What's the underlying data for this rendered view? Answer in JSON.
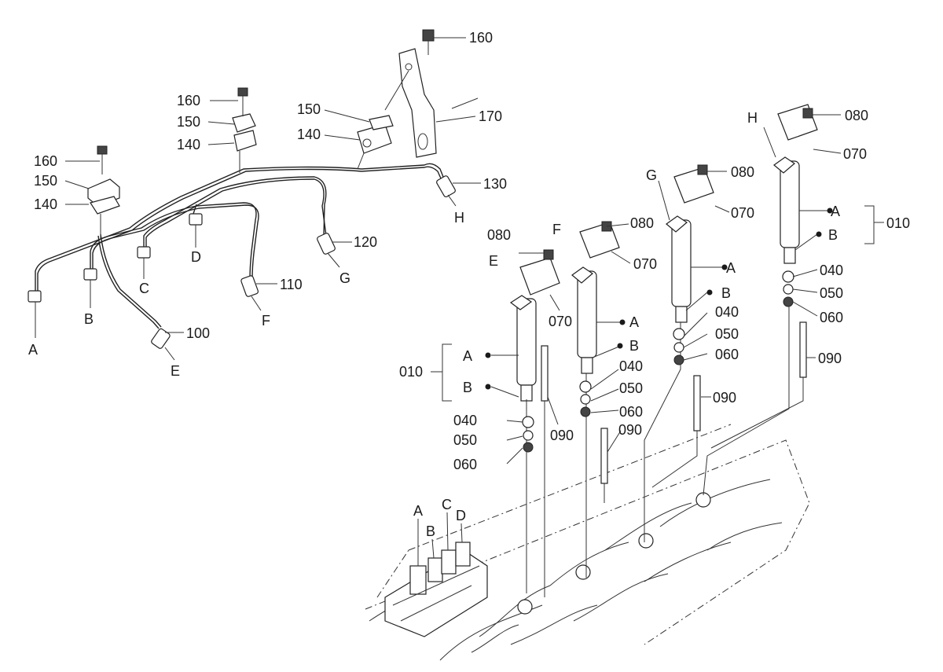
{
  "labels": {
    "p160": "160",
    "p150": "150",
    "p140": "140",
    "p170": "170",
    "p130": "130",
    "p120": "120",
    "p110": "110",
    "p100": "100",
    "p080": "080",
    "p070": "070",
    "p040": "040",
    "p050": "050",
    "p060": "060",
    "p090": "090",
    "p010": "010",
    "A": "A",
    "B": "B",
    "C": "C",
    "D": "D",
    "E": "E",
    "F": "F",
    "G": "G",
    "H": "H"
  }
}
